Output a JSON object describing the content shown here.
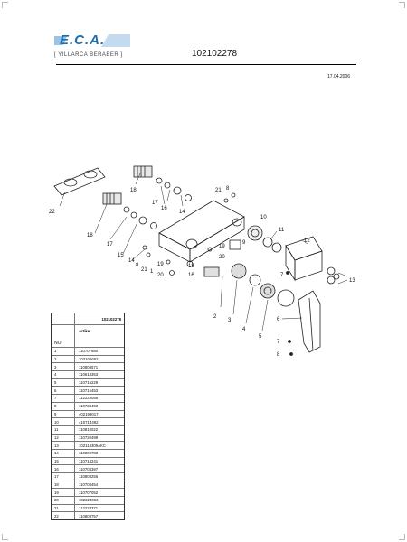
{
  "header": {
    "logo_text": "E.C.A.",
    "logo_subtitle": "[ YILLARCA BERABER ]",
    "document_number": "102102278",
    "date": "17.04.2006"
  },
  "callouts": [
    "1",
    "2",
    "3",
    "4",
    "5",
    "6",
    "7",
    "7",
    "8",
    "8",
    "9",
    "10",
    "11",
    "12",
    "13",
    "14",
    "14",
    "15",
    "16",
    "16",
    "17",
    "17",
    "18",
    "18",
    "19",
    "19",
    "20",
    "20",
    "21",
    "21",
    "22"
  ],
  "parts_table": {
    "title": "102102278",
    "col_no": "NO",
    "col_code": "Artikel",
    "rows": [
      {
        "no": "1",
        "code": "110707680"
      },
      {
        "no": "2",
        "code": "102105662"
      },
      {
        "no": "3",
        "code": "110803571"
      },
      {
        "no": "4",
        "code": "110618353"
      },
      {
        "no": "5",
        "code": "110715229"
      },
      {
        "no": "6",
        "code": "110715453"
      },
      {
        "no": "7",
        "code": "112223056"
      },
      {
        "no": "8",
        "code": "110724493"
      },
      {
        "no": "9",
        "code": "402199017"
      },
      {
        "no": "10",
        "code": "410714492"
      },
      {
        "no": "11",
        "code": "110810022"
      },
      {
        "no": "12",
        "code": "110720499"
      },
      {
        "no": "13",
        "code": "102113309AKC"
      },
      {
        "no": "14",
        "code": "110803783"
      },
      {
        "no": "15",
        "code": "110714241"
      },
      {
        "no": "16",
        "code": "110704397"
      },
      {
        "no": "17",
        "code": "110803256"
      },
      {
        "no": "18",
        "code": "110704454"
      },
      {
        "no": "19",
        "code": "110707052"
      },
      {
        "no": "20",
        "code": "102223063"
      },
      {
        "no": "21",
        "code": "112223371"
      },
      {
        "no": "22",
        "code": "110803757"
      }
    ]
  },
  "colors": {
    "brand_blue": "#1b6fae"
  }
}
